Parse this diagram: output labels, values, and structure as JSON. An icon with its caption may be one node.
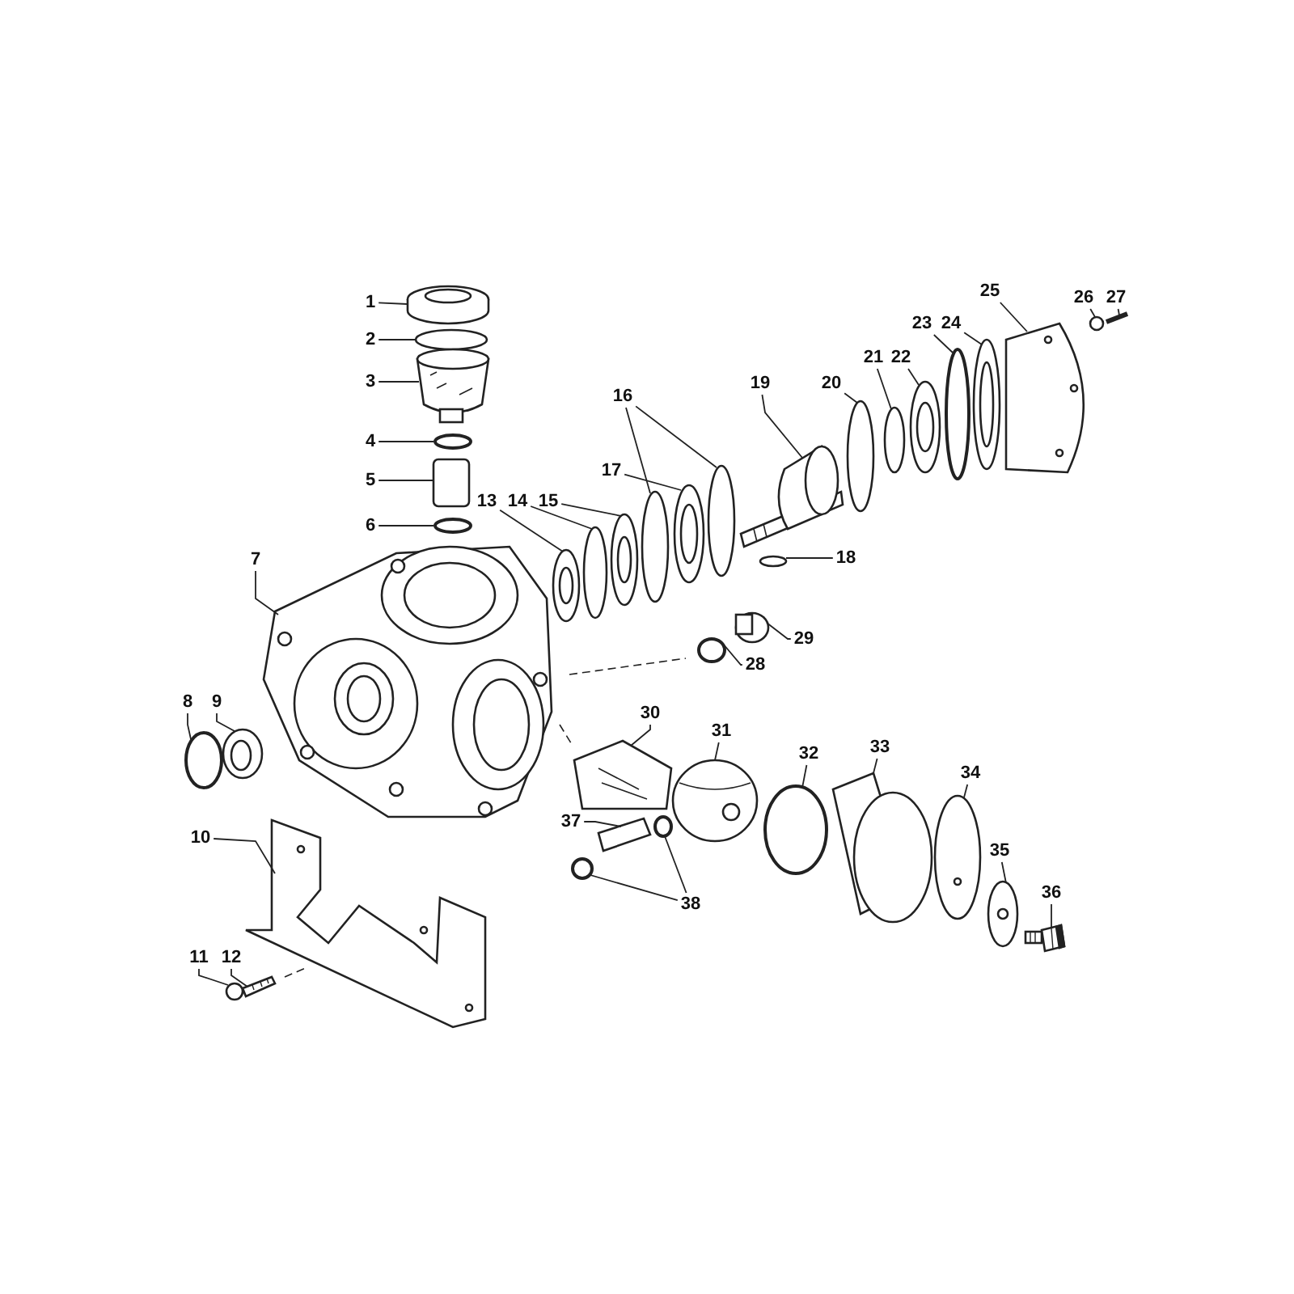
{
  "diagram": {
    "nodes": [
      {
        "text": [
          "1"
        ]
      },
      {
        "text": [
          "2"
        ]
      },
      {
        "text": [
          "3"
        ]
      },
      {
        "text": [
          "4"
        ]
      },
      {
        "text": [
          "5"
        ]
      },
      {
        "text": [
          "6"
        ]
      },
      {
        "text": [
          "7"
        ]
      },
      {
        "text": [
          "8"
        ]
      },
      {
        "text": [
          "9"
        ]
      },
      {
        "text": [
          "10"
        ]
      },
      {
        "text": [
          "11"
        ]
      },
      {
        "text": [
          "12"
        ]
      },
      {
        "text": [
          "13"
        ]
      },
      {
        "text": [
          "14"
        ]
      },
      {
        "text": [
          "15"
        ]
      },
      {
        "text": [
          "16"
        ]
      },
      {
        "text": [
          "17"
        ]
      },
      {
        "text": [
          "18"
        ]
      },
      {
        "text": [
          "19"
        ]
      },
      {
        "text": [
          "20"
        ]
      },
      {
        "text": [
          "21"
        ]
      },
      {
        "text": [
          "22"
        ]
      },
      {
        "text": [
          "23"
        ]
      },
      {
        "text": [
          "24"
        ]
      },
      {
        "text": [
          "25"
        ]
      },
      {
        "text": [
          "26"
        ]
      },
      {
        "text": [
          "27"
        ]
      },
      {
        "text": [
          "28"
        ]
      },
      {
        "text": [
          "29"
        ]
      },
      {
        "text": [
          "30"
        ]
      },
      {
        "text": [
          "31"
        ]
      },
      {
        "text": [
          "32"
        ]
      },
      {
        "text": [
          "33"
        ]
      },
      {
        "text": [
          "34"
        ]
      },
      {
        "text": [
          "35"
        ]
      },
      {
        "text": [
          "36"
        ]
      },
      {
        "text": [
          "37"
        ]
      },
      {
        "text": [
          "38"
        ]
      },
      {
        "text": [],
        "shape": "picture"
      },
      {
        "text": [],
        "shape": "circle"
      },
      {
        "text": [],
        "shape": "picture"
      },
      {
        "text": [],
        "shape": "circle"
      },
      {
        "text": [],
        "shape": "box"
      },
      {
        "text": [],
        "shape": "circle"
      },
      {
        "text": [],
        "shape": "picture"
      },
      {
        "text": [],
        "shape": "circle"
      },
      {
        "text": [],
        "shape": "picture"
      },
      {
        "text": [],
        "shape": "picture"
      },
      {
        "text": [],
        "shape": "circle"
      },
      {
        "text": [],
        "shape": "picture"
      },
      {
        "text": [],
        "shape": "picture"
      },
      {
        "text": [],
        "shape": "circle"
      },
      {
        "text": [],
        "shape": "picture"
      },
      {
        "text": [],
        "shape": "circle"
      },
      {
        "text": [],
        "shape": "circle"
      },
      {
        "text": [],
        "shape": "picture"
      },
      {
        "text": [],
        "shape": "circle"
      },
      {
        "text": [],
        "shape": "picture"
      },
      {
        "text": [],
        "shape": "circle"
      },
      {
        "text": [],
        "shape": "circle"
      },
      {
        "text": [],
        "shape": "picture"
      },
      {
        "text": [],
        "shape": "circle"
      },
      {
        "text": [],
        "shape": "picture"
      },
      {
        "text": [],
        "shape": "picture"
      },
      {
        "text": [],
        "shape": "circle"
      },
      {
        "text": [],
        "shape": "picture"
      },
      {
        "text": [],
        "shape": "circle"
      },
      {
        "text": [],
        "shape": "picture"
      },
      {
        "text": [],
        "shape": "picture"
      },
      {
        "text": [],
        "shape": "picture"
      },
      {
        "text": [],
        "shape": "circle"
      },
      {
        "text": [],
        "shape": "picture"
      },
      {
        "text": [],
        "shape": "picture"
      },
      {
        "text": [],
        "shape": "picture"
      },
      {
        "text": [],
        "shape": "picture"
      },
      {
        "text": [],
        "shape": "picture"
      },
      {
        "text": [],
        "shape": "circle"
      },
      {
        "text": [],
        "shape": "circle"
      }
    ],
    "edges": [
      {
        "from": 0,
        "to": 38,
        "arrow": "none"
      },
      {
        "from": 1,
        "to": 39,
        "arrow": "none"
      },
      {
        "from": 2,
        "to": 40,
        "arrow": "none"
      },
      {
        "from": 3,
        "to": 41,
        "arrow": "none"
      },
      {
        "from": 4,
        "to": 42,
        "arrow": "none"
      },
      {
        "from": 5,
        "to": 43,
        "arrow": "none"
      },
      {
        "from": 6,
        "to": 44,
        "arrow": "none"
      },
      {
        "from": 7,
        "to": 45,
        "arrow": "none"
      },
      {
        "from": 8,
        "to": 46,
        "arrow": "none"
      },
      {
        "from": 9,
        "to": 47,
        "arrow": "none"
      },
      {
        "from": 10,
        "to": 48,
        "arrow": "none"
      },
      {
        "from": 11,
        "to": 49,
        "arrow": "none"
      },
      {
        "from": 12,
        "to": 50,
        "arrow": "none"
      },
      {
        "from": 13,
        "to": 51,
        "arrow": "none"
      },
      {
        "from": 14,
        "to": 52,
        "arrow": "none"
      },
      {
        "from": 15,
        "to": 53,
        "arrow": "none"
      },
      {
        "from": 15,
        "to": 54,
        "arrow": "none"
      },
      {
        "from": 16,
        "to": 55,
        "arrow": "none"
      },
      {
        "from": 17,
        "to": 56,
        "arrow": "none"
      },
      {
        "from": 18,
        "to": 57,
        "arrow": "none"
      },
      {
        "from": 19,
        "to": 58,
        "arrow": "none"
      },
      {
        "from": 20,
        "to": 59,
        "arrow": "none"
      },
      {
        "from": 21,
        "to": 60,
        "arrow": "none"
      },
      {
        "from": 22,
        "to": 61,
        "arrow": "none"
      },
      {
        "from": 23,
        "to": 62,
        "arrow": "none"
      },
      {
        "from": 24,
        "to": 63,
        "arrow": "none"
      },
      {
        "from": 25,
        "to": 64,
        "arrow": "none"
      },
      {
        "from": 26,
        "to": 65,
        "arrow": "none"
      },
      {
        "from": 27,
        "to": 66,
        "arrow": "none"
      },
      {
        "from": 28,
        "to": 67,
        "arrow": "none"
      },
      {
        "from": 29,
        "to": 68,
        "arrow": "none"
      },
      {
        "from": 30,
        "to": 69,
        "arrow": "none"
      },
      {
        "from": 31,
        "to": 70,
        "arrow": "none"
      },
      {
        "from": 32,
        "to": 71,
        "arrow": "none"
      },
      {
        "from": 33,
        "to": 72,
        "arrow": "none"
      },
      {
        "from": 34,
        "to": 73,
        "arrow": "none"
      },
      {
        "from": 35,
        "to": 74,
        "arrow": "none"
      },
      {
        "from": 36,
        "to": 75,
        "arrow": "none"
      },
      {
        "from": 37,
        "to": 76,
        "arrow": "none"
      },
      {
        "from": 37,
        "to": 77,
        "arrow": "none"
      }
    ]
  }
}
